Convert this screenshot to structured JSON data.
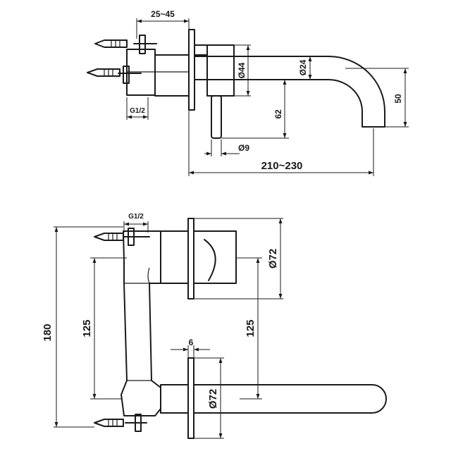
{
  "top_view": {
    "dim_mount_depth": "25~45",
    "dim_body_diameter": "Ø44",
    "dim_spout_diameter": "Ø24",
    "dim_lever_height": "62",
    "dim_spout_drop": "50",
    "dim_lever_diameter": "Ø9",
    "dim_spout_reach": "210~230",
    "thread_label": "G1/2"
  },
  "bottom_view": {
    "thread_label": "G1/2",
    "dim_overall_height": "180",
    "dim_inlet_spacing": "125",
    "dim_outlet_spacing": "125",
    "dim_handle_plate": "Ø72",
    "dim_spout_plate": "Ø72",
    "dim_plate_thickness": "6"
  }
}
